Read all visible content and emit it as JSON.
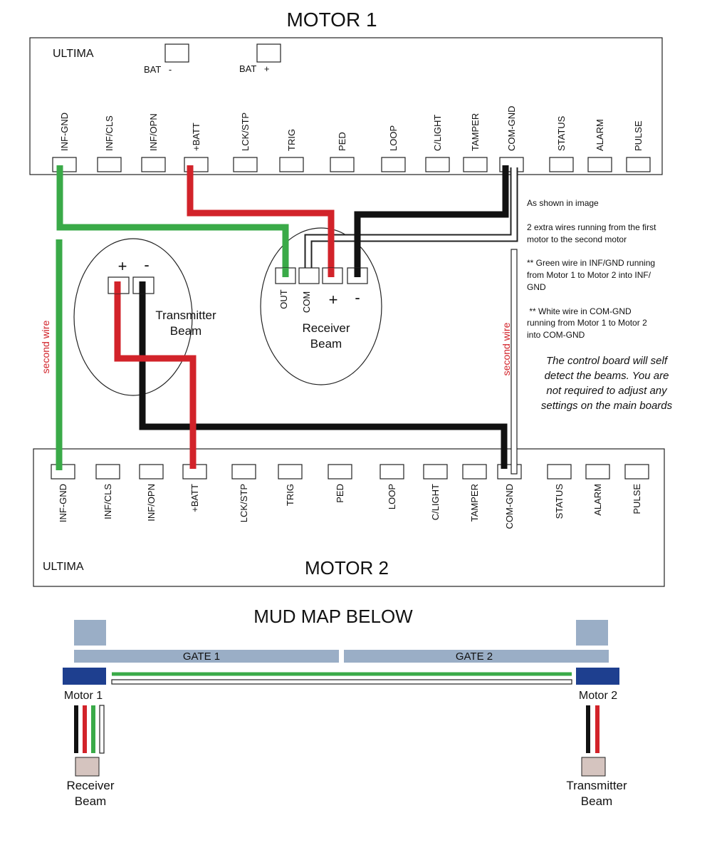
{
  "motor1": {
    "title": "MOTOR 1",
    "brand": "ULTIMA",
    "bat_minus_label": "BAT   -",
    "bat_plus_label": "BAT   +",
    "terminals": [
      "INF-GND",
      "INF/CLS",
      "INF/OPN",
      "+BATT",
      "LCK/STP",
      "TRIG",
      "PED",
      "LOOP",
      "C/LIGHT",
      "TAMPER",
      "COM-GND",
      "STATUS",
      "ALARM",
      "PULSE"
    ]
  },
  "motor2": {
    "title": "MOTOR 2",
    "brand": "ULTIMA",
    "terminals": [
      "INF-GND",
      "INF/CLS",
      "INF/OPN",
      "+BATT",
      "LCK/STP",
      "TRIG",
      "PED",
      "LOOP",
      "C/LIGHT",
      "TAMPER",
      "COM-GND",
      "STATUS",
      "ALARM",
      "PULSE"
    ]
  },
  "transmitter": {
    "plus": "+",
    "minus": "-",
    "line1": "Transmitter",
    "line2": "Beam"
  },
  "receiver": {
    "out": "OUT",
    "com": "COM",
    "plus": "+",
    "minus": "-",
    "line1": "Receiver",
    "line2": "Beam"
  },
  "wire_labels": {
    "left": "second wire",
    "right": "second wire"
  },
  "notes": {
    "shown": "As shown in image",
    "extra": [
      "2 extra wires running from the first",
      "motor to the second motor"
    ],
    "green": [
      "** Green wire in INF/GND running",
      "from Motor 1 to Motor 2 into INF/",
      "GND"
    ],
    "white": [
      " ** White wire in COM-GND",
      "running from Motor 1 to Motor 2",
      "into COM-GND"
    ],
    "control": [
      "The control board will self",
      "detect the beams. You are",
      "not required to adjust any",
      "settings on the main boards"
    ]
  },
  "mudmap": {
    "title": "MUD MAP BELOW",
    "gate1": "GATE 1",
    "gate2": "GATE 2",
    "motor1": "Motor 1",
    "motor2": "Motor 2",
    "receiver": [
      "Receiver",
      "Beam"
    ],
    "transmitter": [
      "Transmitter",
      "Beam"
    ]
  },
  "colors": {
    "green": "#3aaa48",
    "red": "#d2232a",
    "black": "#111111",
    "gate_blue": "#9aaec6",
    "motor_blue": "#1e3f8f",
    "beam_box": "#d5c4bf",
    "label_red": "#d2232a"
  }
}
